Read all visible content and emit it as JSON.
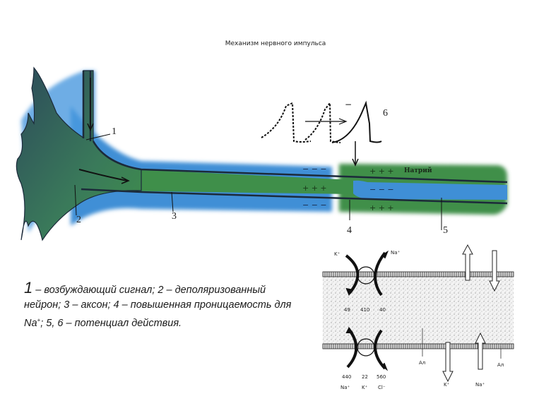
{
  "title": "Механизм нервного импульса",
  "neuron_diagram": {
    "labels": [
      "1",
      "2",
      "3",
      "4",
      "5",
      "6"
    ],
    "sodium_label": "Натрий",
    "charges": {
      "minus": "− − −",
      "plus": "+ + +",
      "small_minus": "−"
    },
    "colors": {
      "cytoplasm_green": "#3f8f4a",
      "extracellular_blue": "#3f8fd6",
      "membrane_dark": "#1c2a3a",
      "soma_dark": "#2c4a5a"
    }
  },
  "caption": {
    "number": "1",
    "text_1": " – возбуждающий сигнал; 2 – деполяризованный нейрон; 3 – аксон; 4 – повышенная проницаемость для Na",
    "sup": "+",
    "text_2": ";  5, 6 – потенциал действия."
  },
  "membrane_diagram": {
    "top_ions": [
      "K⁺",
      "Na⁺"
    ],
    "middle_values": [
      "49",
      "410",
      "40"
    ],
    "bottom_values": [
      "440",
      "22",
      "560"
    ],
    "bottom_ions": [
      "Na⁺",
      "K⁺",
      "Cl⁻"
    ],
    "anion_labels": [
      "Ал",
      "Ал"
    ],
    "right_ions": [
      "K⁺",
      "Na⁺"
    ]
  }
}
